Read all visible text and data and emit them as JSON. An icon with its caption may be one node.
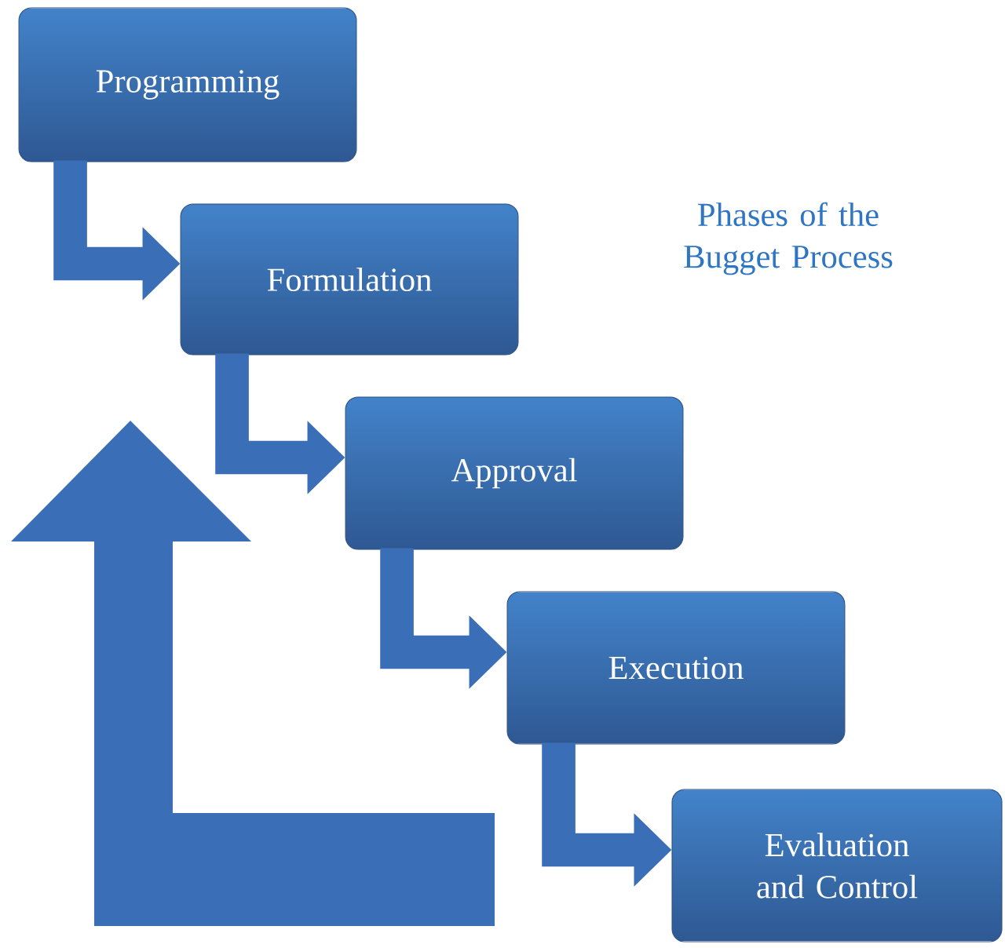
{
  "diagram": {
    "title": "Phases of the Bugget Process",
    "nodes": [
      {
        "text": [
          "Programming"
        ]
      },
      {
        "text": [
          "Formulation"
        ]
      },
      {
        "text": [
          "Approval"
        ]
      },
      {
        "text": [
          "Execution"
        ]
      },
      {
        "text": [
          "Evaluation and Control"
        ]
      }
    ],
    "edges": [
      {
        "from": 0,
        "to": 1,
        "arrow": "to"
      },
      {
        "from": 1,
        "to": 2,
        "arrow": "to"
      },
      {
        "from": 2,
        "to": 3,
        "arrow": "to"
      },
      {
        "from": 3,
        "to": 4,
        "arrow": "to"
      }
    ]
  }
}
